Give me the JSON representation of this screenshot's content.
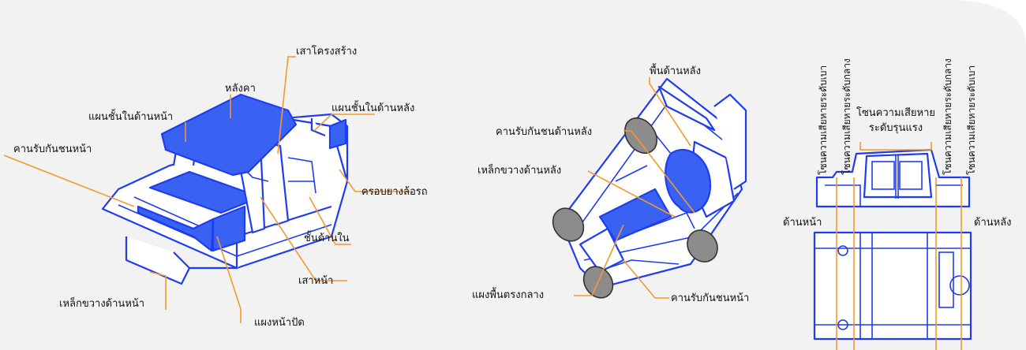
{
  "colors": {
    "structure": "#1f3cf0",
    "highlight": "#3a62f2",
    "leader": "#f29a2e",
    "panel_bg": "#f2f2f2",
    "text": "#111111"
  },
  "car_body": {
    "labels": {
      "pillar": "เสาโครงสร้าง",
      "roof": "หลังคา",
      "front_inner_panel": "แผนชั้นในด้านหน้า",
      "rear_inner_panel": "แผนชั้นในด้านหลัง",
      "front_bumper_beam": "คานรับกันชนหน้า",
      "wheel_arch": "ครอบยางล้อรถ",
      "inner_layer": "ชั้นด้านใน",
      "front_pillar": "เสาหน้า",
      "front_crossmember": "เหล็กขวางด้านหน้า",
      "firewall": "แผงหน้าปัด"
    }
  },
  "underbody": {
    "labels": {
      "rear_floor": "พื้นด้านหลัง",
      "rear_bumper_beam": "คานรับกันชนด้านหลัง",
      "rear_crossmember": "เหล็กขวางด้านหลัง",
      "center_floor": "แผงพื้นตรงกลาง",
      "front_bumper_beam": "คานรับกันชนหน้า"
    }
  },
  "zones": {
    "light_damage": "โซนความเสียหายระดับเบา",
    "mid_damage": "โซนความเสียหายระดับกลาง",
    "severe_damage_line1": "โซนความเสียหาย",
    "severe_damage_line2": "ระดับรุนแรง",
    "front": "ด้านหน้า",
    "rear": "ด้านหลัง"
  }
}
